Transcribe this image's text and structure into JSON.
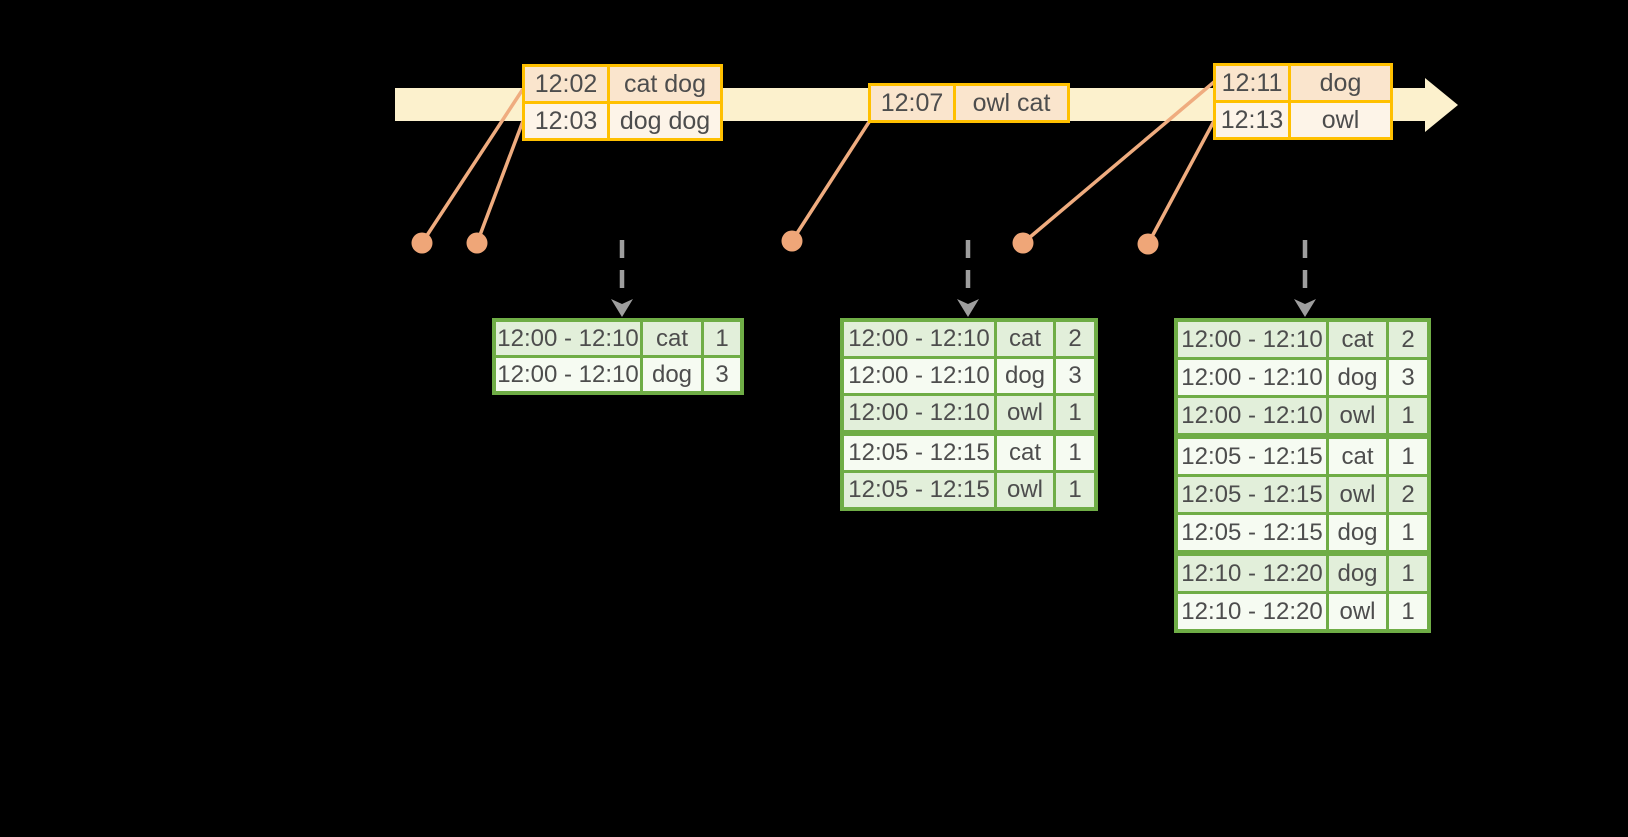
{
  "colors": {
    "background": "#000000",
    "timeline_fill": "#fcf1cd",
    "event_table_border": "#ffc000",
    "event_row_dark": "#fae5cd",
    "event_row_light": "#fdf4e8",
    "event_marker": "#efa678",
    "event_connector_line": "#efac7f",
    "trigger_arrow_gray": "#9e9e9e",
    "result_table_border": "#6fad46",
    "result_row_dark": "#e2efda",
    "result_row_light": "#f6fbf2",
    "table_text": "#4d4d4d"
  },
  "icons": {
    "timeline_arrowhead": "right-arrowhead",
    "trigger_arrow": "dashed-down-arrow",
    "event_marker": "filled-circle"
  },
  "event_batches": [
    {
      "rows": [
        {
          "time": "12:02",
          "words": "cat dog"
        },
        {
          "time": "12:03",
          "words": "dog dog"
        }
      ]
    },
    {
      "rows": [
        {
          "time": "12:07",
          "words": "owl cat"
        }
      ]
    },
    {
      "rows": [
        {
          "time": "12:11",
          "words": "dog"
        },
        {
          "time": "12:13",
          "words": "owl"
        }
      ]
    }
  ],
  "result_tables": [
    {
      "rows": [
        {
          "window": "12:00 - 12:10",
          "word": "cat",
          "count": "1"
        },
        {
          "window": "12:00 - 12:10",
          "word": "dog",
          "count": "3"
        }
      ]
    },
    {
      "rows": [
        {
          "window": "12:00 - 12:10",
          "word": "cat",
          "count": "2"
        },
        {
          "window": "12:00 - 12:10",
          "word": "dog",
          "count": "3"
        },
        {
          "window": "12:00 - 12:10",
          "word": "owl",
          "count": "1"
        },
        {
          "window": "12:05 - 12:15",
          "word": "cat",
          "count": "1"
        },
        {
          "window": "12:05 - 12:15",
          "word": "owl",
          "count": "1"
        }
      ]
    },
    {
      "rows": [
        {
          "window": "12:00 - 12:10",
          "word": "cat",
          "count": "2"
        },
        {
          "window": "12:00 - 12:10",
          "word": "dog",
          "count": "3"
        },
        {
          "window": "12:00 - 12:10",
          "word": "owl",
          "count": "1"
        },
        {
          "window": "12:05 - 12:15",
          "word": "cat",
          "count": "1"
        },
        {
          "window": "12:05 - 12:15",
          "word": "owl",
          "count": "2"
        },
        {
          "window": "12:05 - 12:15",
          "word": "dog",
          "count": "1"
        },
        {
          "window": "12:10 - 12:20",
          "word": "dog",
          "count": "1"
        },
        {
          "window": "12:10 - 12:20",
          "word": "owl",
          "count": "1"
        }
      ]
    }
  ]
}
